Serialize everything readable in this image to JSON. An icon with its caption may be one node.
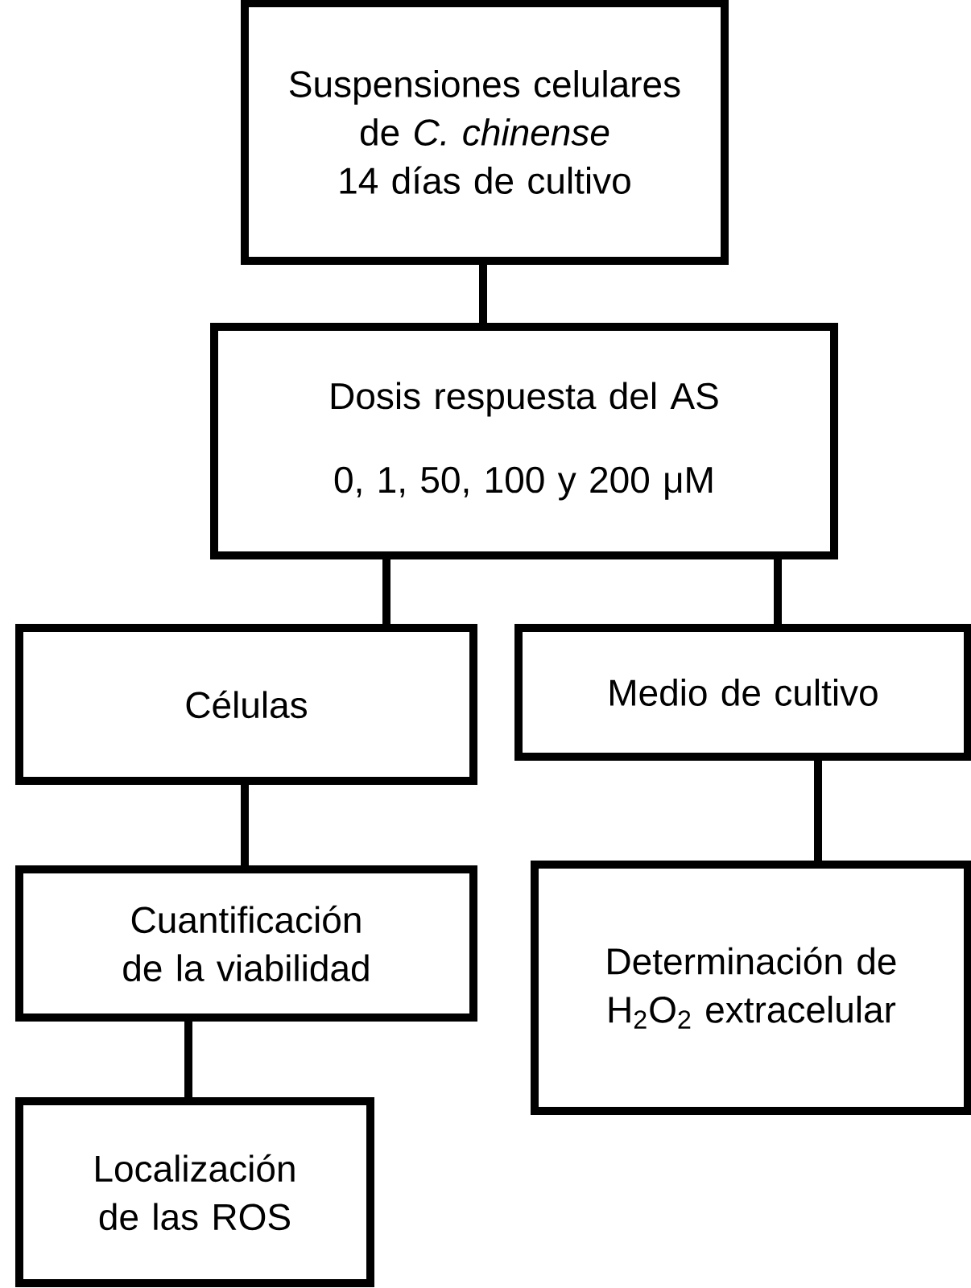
{
  "diagram": {
    "nodes": [
      {
        "text": [
          "Suspensiones celulares de *C. chinense* 14 días de cultivo"
        ]
      },
      {
        "text": [
          "Dosis respuesta del AS",
          "0, 1, 50, 100 y 200 μM"
        ]
      },
      {
        "text": [
          "Células"
        ]
      },
      {
        "text": [
          "Medio de cultivo"
        ]
      },
      {
        "text": [
          "Cuantificación de la viabilidad"
        ]
      },
      {
        "text": [
          "Determinación de H$_{2}$O$_{2}$ extracelular"
        ]
      },
      {
        "text": [
          "Localización de las ROS"
        ]
      }
    ],
    "edges": [
      {
        "from": 0,
        "to": 1,
        "arrow": "none"
      },
      {
        "from": 1,
        "to": 2,
        "arrow": "none"
      },
      {
        "from": 1,
        "to": 3,
        "arrow": "none"
      },
      {
        "from": 2,
        "to": 4,
        "arrow": "none"
      },
      {
        "from": 3,
        "to": 5,
        "arrow": "none"
      },
      {
        "from": 4,
        "to": 6,
        "arrow": "none"
      }
    ]
  }
}
